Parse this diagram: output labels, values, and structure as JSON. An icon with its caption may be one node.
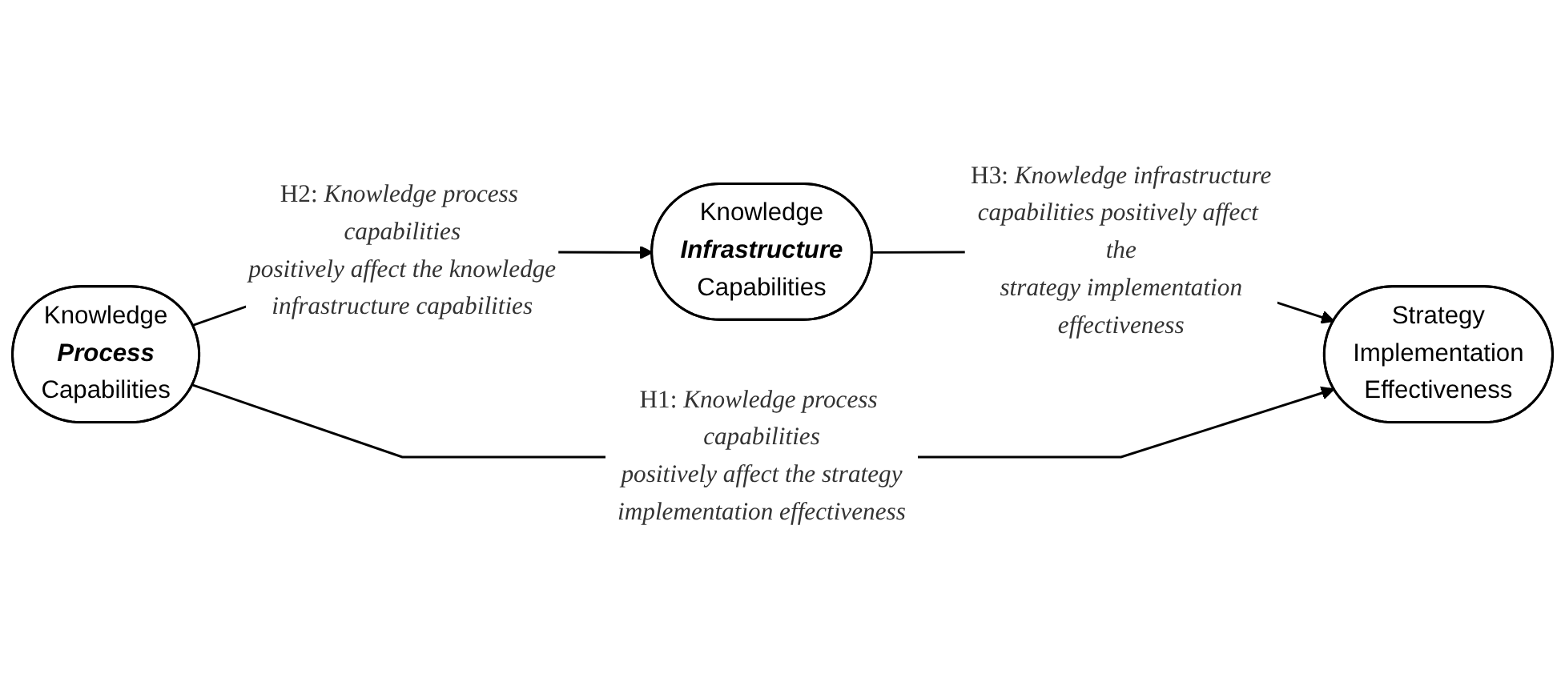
{
  "diagram": {
    "nodes": [
      {
        "text": [
          "Knowledge **Process** Capabilities"
        ]
      },
      {
        "text": [
          "Knowledge **Infrastructure** Capabilities"
        ]
      },
      {
        "text": [
          "Strategy Implementation Effectiveness"
        ]
      }
    ],
    "edges": [
      {
        "from": 0,
        "to": 1,
        "arrow": "to",
        "label": "H2: *Knowledge process capabilities positively affect the knowledge infrastructure capabilities*"
      },
      {
        "from": 1,
        "to": 2,
        "arrow": "to",
        "label": "H3: *Knowledge infrastructure capabilities positively affect the strategy implementation effectiveness*"
      },
      {
        "from": 0,
        "to": 2,
        "arrow": "to",
        "label": "H1: *Knowledge process capabilities positively affect the strategy implementation effectiveness*"
      }
    ]
  }
}
